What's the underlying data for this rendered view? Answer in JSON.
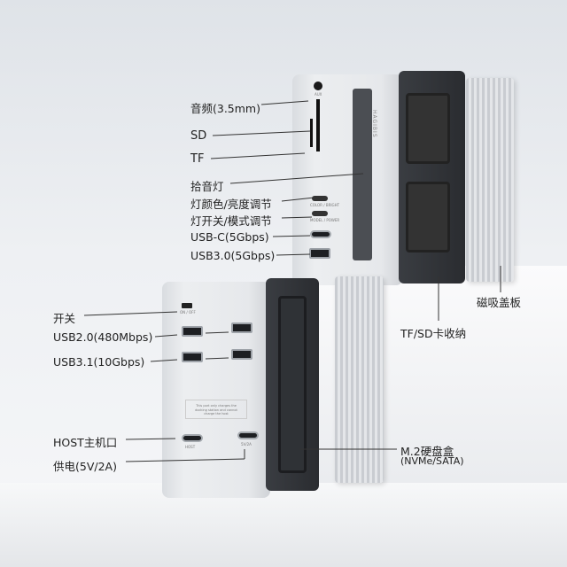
{
  "top_unit": {
    "callouts": [
      "音频(3.5mm)",
      "SD",
      "TF",
      "拾音灯",
      "灯颜色/亮度调节",
      "灯开关/模式调节",
      "USB-C(5Gbps)",
      "USB3.0(5Gbps)"
    ],
    "port_marks": {
      "aux": "AUX",
      "color": "COLOR / BRIGHT",
      "model": "MODEL / POWER"
    },
    "brand": "HAGIBIS"
  },
  "bottom_unit": {
    "callouts": [
      "开关",
      "USB2.0(480Mbps)",
      "USB3.1(10Gbps)",
      "HOST主机口",
      "供电(5V/2A)"
    ],
    "port_marks": {
      "onoff": "ON / OFF",
      "host": "HOST",
      "power": "5V/2A"
    },
    "notice": "This port only charges the docking station and cannot charge the host"
  },
  "right_callouts": {
    "cover": "磁吸盖板",
    "storage": "TF/SD卡收纳",
    "ssd": "M.2硬盘盒",
    "ssd_sub": "(NVMe/SATA)"
  }
}
